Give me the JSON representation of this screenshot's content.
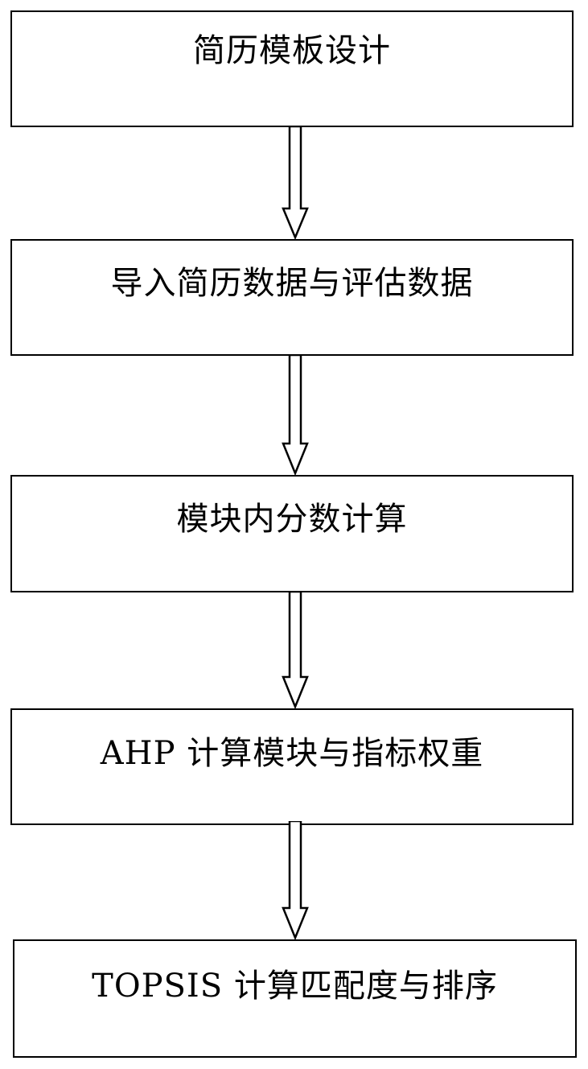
{
  "flowchart": {
    "steps": [
      {
        "label": "简历模板设计"
      },
      {
        "label": "导入简历数据与评估数据"
      },
      {
        "label": "模块内分数计算"
      },
      {
        "label": "AHP 计算模块与指标权重"
      },
      {
        "label": "TOPSIS 计算匹配度与排序"
      }
    ]
  }
}
